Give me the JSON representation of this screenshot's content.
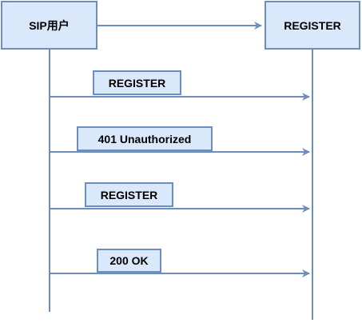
{
  "participants": {
    "left": "SIP用户",
    "right": "REGISTER"
  },
  "messages": [
    {
      "label": "REGISTER"
    },
    {
      "label": "401 Unauthorized"
    },
    {
      "label": "REGISTER"
    },
    {
      "label": "200 OK"
    }
  ],
  "colors": {
    "box_fill": "#dae8fc",
    "box_stroke": "#6c8ebf",
    "line": "#6c8ebf"
  }
}
